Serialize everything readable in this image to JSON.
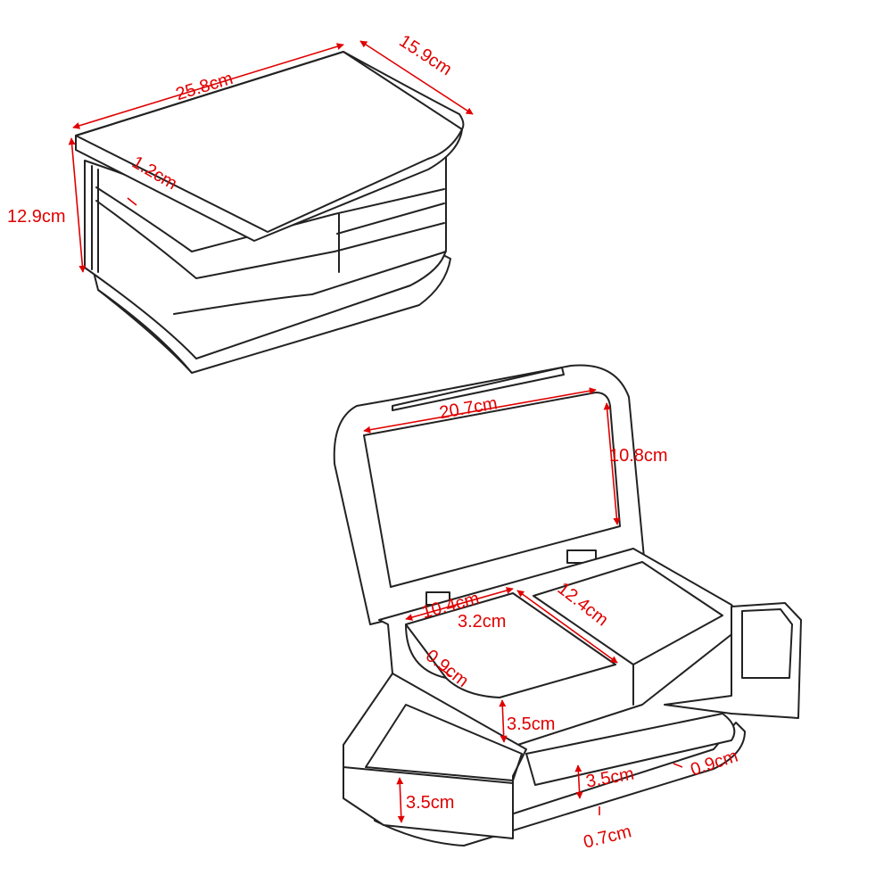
{
  "colors": {
    "outline": "#222222",
    "dimension": "#e00000",
    "label": "#e00000"
  },
  "closed_box": {
    "width_label": "25.8cm",
    "depth_label": "15.9cm",
    "height_label": "12.9cm",
    "lid_thickness_label": "1.2cm"
  },
  "open_box": {
    "mirror_width_label": "20.7cm",
    "mirror_height_label": "10.8cm",
    "tray_width_label": "10.4cm",
    "tray_depth_label": "12.4cm",
    "divider_label": "3.2cm",
    "tray_wall_label": "0.9cm",
    "tray_height_label": "3.5cm",
    "left_drawer_height_label": "3.5cm",
    "front_drawer_height_label": "3.5cm",
    "base_side_label": "0.9cm",
    "base_thickness_label": "0.7cm"
  }
}
